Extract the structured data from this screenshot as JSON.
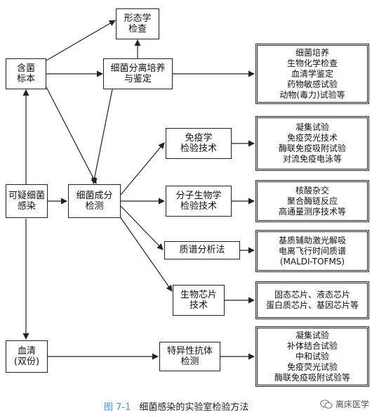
{
  "nodes": {
    "specimen": "含菌\n标本",
    "morphology": "形态学\n检查",
    "isolation": "细菌分离培养\n与鉴定",
    "isolation_methods": "细菌培养\n生物化学检查\n血清学鉴定\n药物敏感试验\n动物(毒力)试验等",
    "suspected": "可疑细菌\n感染",
    "components": "细菌成分\n检测",
    "immuno": "免疫学\n检验技术",
    "immuno_methods": "凝集试验\n免疫荧光技术\n酶联免疫吸附试验\n对流免疫电泳等",
    "molecular": "分子生物学\n检验技术",
    "molecular_methods": "核酸杂交\n聚合酶链反应\n高通量测序技术等",
    "mass_spec": "质谱分析法",
    "mass_spec_methods": "基质辅助激光解吸\n电离飞行时间质谱\n(MALDI-TOFMS)",
    "biochip": "生物芯片\n技术",
    "biochip_methods": "固态芯片、液态芯片\n蛋白质芯片、基因芯片等",
    "serum": "血清\n(双份)",
    "antibody": "特异性抗体\n检测",
    "antibody_methods": "凝集试验\n补体结合试验\n中和试验\n免疫荧光试验\n酶联免疫吸附试验等"
  },
  "caption": {
    "number": "图 7-1",
    "text": "细菌感染的实验室检验方法"
  },
  "watermark": "离床医学",
  "colors": {
    "line": "#222222",
    "caption_number": "#4a90d9"
  }
}
